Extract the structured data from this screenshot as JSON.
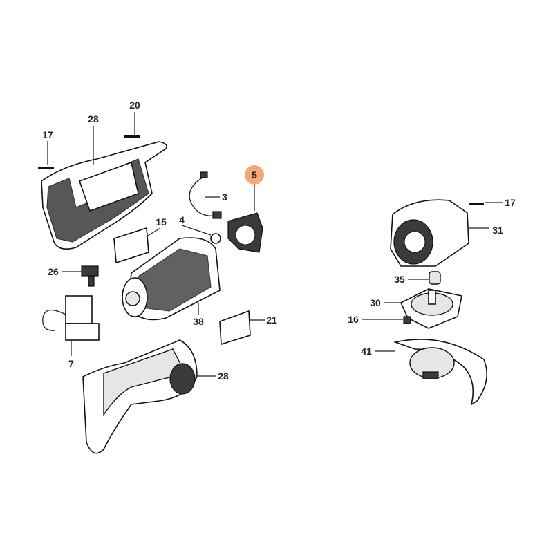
{
  "diagram": {
    "highlight_color": "#F5A878",
    "callouts": [
      {
        "id": "c17a",
        "label": "17"
      },
      {
        "id": "c28a",
        "label": "28"
      },
      {
        "id": "c20",
        "label": "20"
      },
      {
        "id": "c3",
        "label": "3"
      },
      {
        "id": "c5",
        "label": "5",
        "highlighted": true
      },
      {
        "id": "c15",
        "label": "15"
      },
      {
        "id": "c4",
        "label": "4"
      },
      {
        "id": "c26",
        "label": "26"
      },
      {
        "id": "c7",
        "label": "7"
      },
      {
        "id": "c38",
        "label": "38"
      },
      {
        "id": "c21",
        "label": "21"
      },
      {
        "id": "c28b",
        "label": "28"
      },
      {
        "id": "c17b",
        "label": "17"
      },
      {
        "id": "c31",
        "label": "31"
      },
      {
        "id": "c35",
        "label": "35"
      },
      {
        "id": "c30",
        "label": "30"
      },
      {
        "id": "c16",
        "label": "16"
      },
      {
        "id": "c41",
        "label": "41"
      }
    ]
  }
}
